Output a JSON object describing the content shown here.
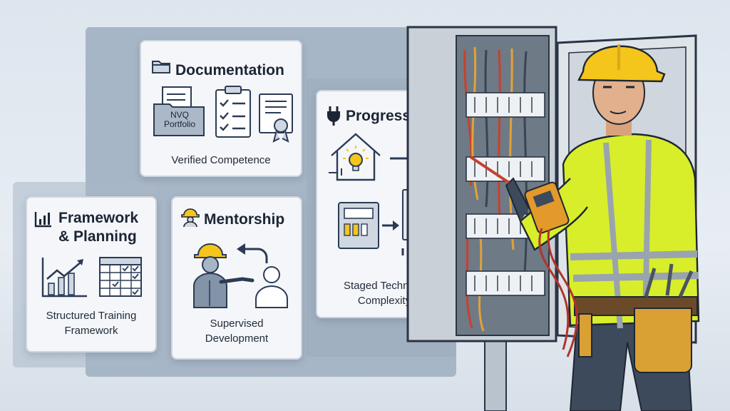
{
  "cards": {
    "documentation": {
      "title": "Documentation",
      "portfolio_label": "NVQ Portfolio",
      "caption": "Verified Competence"
    },
    "progression": {
      "title": "Progression",
      "caption": "Staged Technical Complexity"
    },
    "framework": {
      "title_line1": "Framework",
      "title_line2": "& Planning",
      "caption_line1": "Structured Training",
      "caption_line2": "Framework"
    },
    "mentorship": {
      "title": "Mentorship",
      "caption_line1": "Supervised",
      "caption_line2": "Development"
    }
  },
  "icons": [
    "folder-icon",
    "plug-icon",
    "bar-chart-icon",
    "worker-helmet-icon",
    "clipboard-checklist-icon",
    "certificate-icon",
    "house-bulb-icon",
    "control-panel-icon",
    "switchboard-icon",
    "motor-icon",
    "growth-chart-icon",
    "calendar-grid-icon",
    "mentor-pointing-icon",
    "apprentice-icon"
  ],
  "colors": {
    "card_bg": "#f4f6f9",
    "accent_yellow": "#f4c51a",
    "hi_vis": "#d8ee2a",
    "panel_grey": "#b5bcc4",
    "navy": "#2b3b55"
  }
}
